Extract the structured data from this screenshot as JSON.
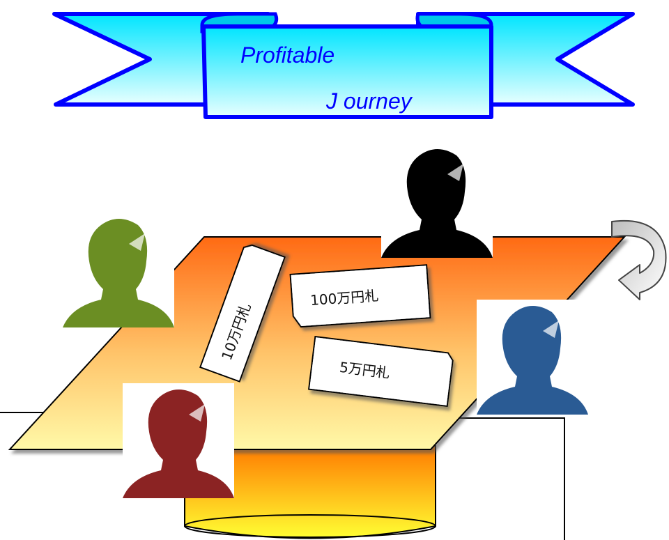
{
  "banner": {
    "line1": "Profitable",
    "line2": "J ourney",
    "ribbon_color": "#0000ff",
    "fill_top": "#00e5ff",
    "fill_bottom": "#e8ffff"
  },
  "cards": [
    {
      "label": "100万円札"
    },
    {
      "label": "10万円札"
    },
    {
      "label": "5万円札"
    }
  ],
  "players": [
    {
      "name": "player-black",
      "color": "#000000"
    },
    {
      "name": "player-green",
      "color": "#6b8e23"
    },
    {
      "name": "player-blue",
      "color": "#2a5b94"
    },
    {
      "name": "player-red",
      "color": "#8b2323"
    }
  ],
  "colors": {
    "table_top": "#ff6a14",
    "table_bottom": "#fff9a8",
    "drum_top": "#ff7a00",
    "drum_bottom": "#ffff33"
  },
  "icons": [
    "turn-arrow-icon"
  ]
}
